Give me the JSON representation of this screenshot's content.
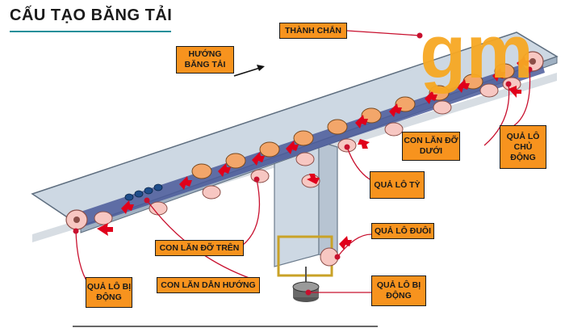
{
  "title": "CẤU TẠO BĂNG TẢI",
  "logo_text": "gm",
  "colors": {
    "label_bg": "#f7931e",
    "belt": "#cdd8e3",
    "roller_upper": "#f3a66a",
    "roller_lower": "#f7c7c2",
    "arrow": "#e0001b",
    "leader_line": "#c8102e",
    "logo": "#f7a823"
  },
  "labels": {
    "direction": "HƯỚNG BĂNG TẢI",
    "side_guard": "THÀNH CHẮN",
    "drive_pulley": "QUẢ LÔ CHỦ ĐỘNG",
    "lower_idler": "CON LĂN ĐỠ DƯỚI",
    "snub_pulley": "QUẢ LÔ TỲ",
    "tail_pulley": "QUẢ LÔ ĐUÔI",
    "driven_pulley_bottom": "QUẢ LÔ BỊ ĐỘNG",
    "upper_idler": "CON LĂN ĐỠ TRÊN",
    "guide_roller": "CON LĂN DẪN HƯỚNG",
    "driven_pulley_left": "QUẢ LÔ BỊ ĐỘNG"
  }
}
